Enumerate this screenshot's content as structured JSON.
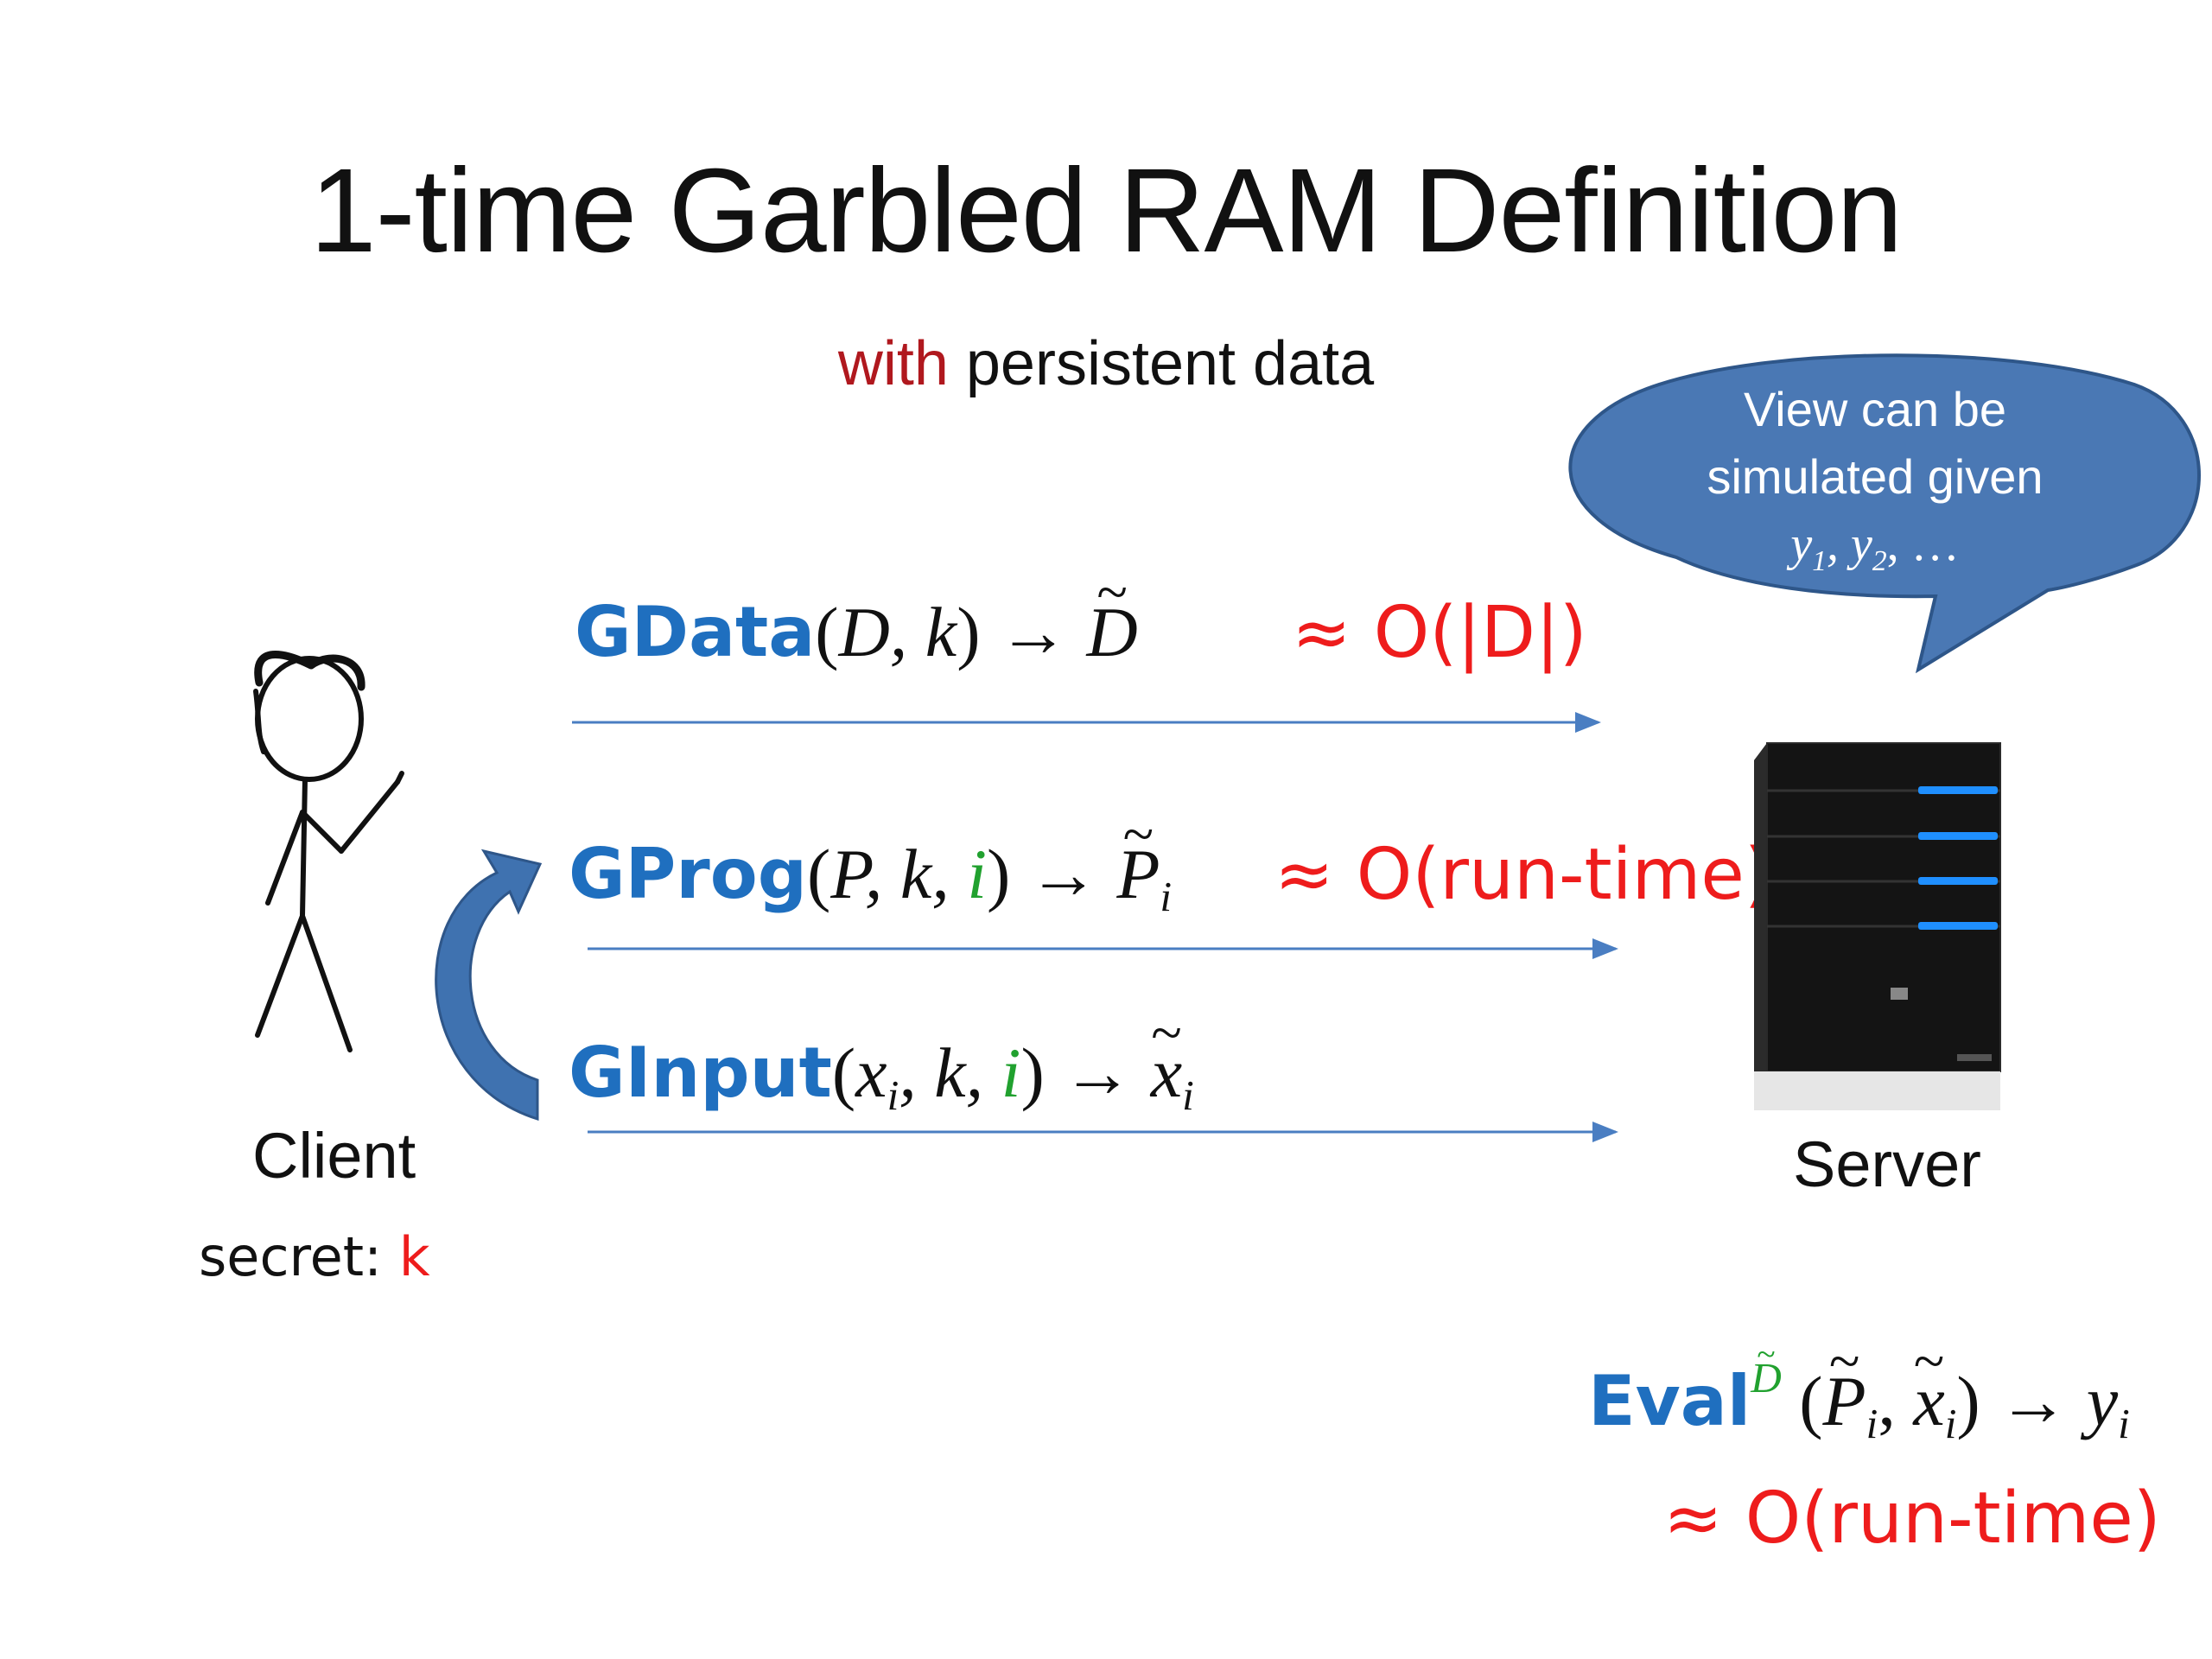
{
  "slide": {
    "title": "1-time Garbled RAM Definition",
    "subtitle_highlight": "with",
    "subtitle_rest": " persistent data"
  },
  "bubble": {
    "line1": "View can be",
    "line2": "simulated given",
    "line3_y": "y",
    "line3_sub1": "1",
    "line3_sep": ", y",
    "line3_sub2": "2",
    "line3_tail": ", …"
  },
  "rows": [
    {
      "fn": "GData",
      "open": "(",
      "args": "D, k",
      "close": ")",
      "arrow": " → ",
      "result": "D",
      "cost": "≈ O(|D|)"
    },
    {
      "fn": "GProg",
      "open": "(",
      "args": "P, k, ",
      "arg_green": "i",
      "close": ")",
      "arrow": " → ",
      "result": "P",
      "result_sub": "i",
      "cost": "≈ O(run-time)"
    },
    {
      "fn": "GInput",
      "open": "(",
      "arg1": "x",
      "arg1_sub": "i",
      "args": ", k, ",
      "arg_green": "i",
      "close": ")",
      "arrow": " → ",
      "result": "x",
      "result_sub": "i"
    }
  ],
  "client": {
    "label": "Client",
    "secret_label": "secret: ",
    "secret_value": "k"
  },
  "server": {
    "label": "Server"
  },
  "eval": {
    "fn": "Eval",
    "sup": "D",
    "open": " (",
    "arg1": "P",
    "arg1_sub": "i",
    "sep": ", ",
    "arg2": "x",
    "arg2_sub": "i",
    "close": ")",
    "arrow": " → ",
    "result": "y",
    "result_sub": "i",
    "cost": "≈ O(run-time)"
  },
  "colors": {
    "function_blue": "#1f6fbf",
    "cost_red": "#ee1c1c",
    "index_green": "#21a12f",
    "arrow_blue": "#4a7ec2",
    "bubble_fill": "#4a78b4",
    "bubble_stroke": "#2e5689",
    "server_led": "#1f8fff"
  },
  "icons": {
    "client": "stick-figure-icon",
    "server": "tower-server-icon",
    "loop": "curved-arrow-icon"
  }
}
